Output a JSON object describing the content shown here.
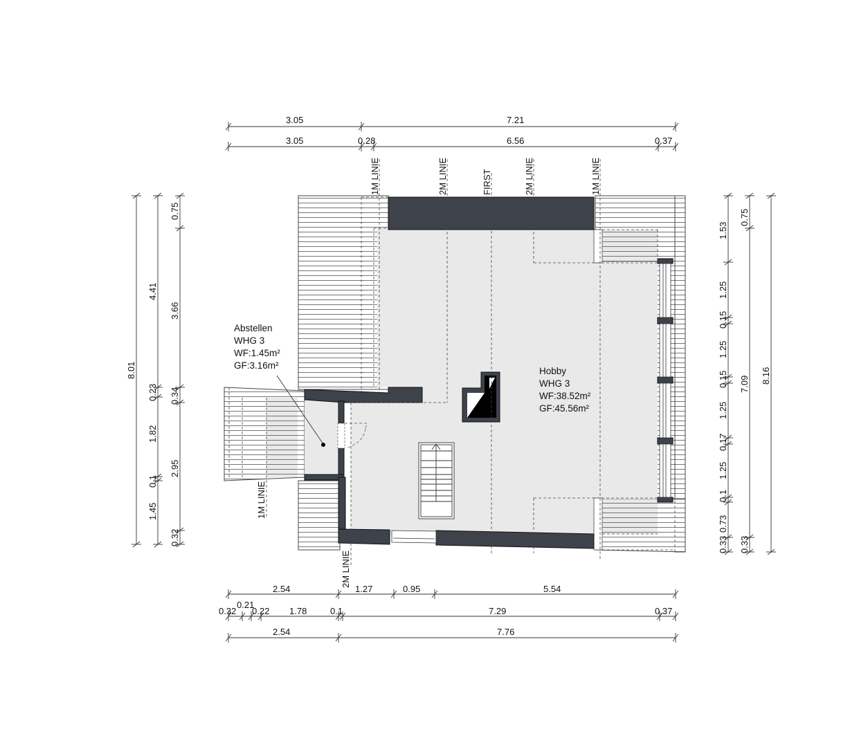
{
  "colors": {
    "wall": "#3d424b",
    "floor": "#e9e9e9",
    "line": "#222222",
    "hatch": "#555555",
    "background": "#ffffff"
  },
  "dimensions": {
    "top": {
      "row1": [
        "3.05",
        "7.21"
      ],
      "row2": [
        "3.05",
        "0.28",
        "6.56",
        "0.37"
      ]
    },
    "left": {
      "col1": [
        "8.01"
      ],
      "col2": [
        "4.41",
        "0.23",
        "1.82",
        "0.1",
        "1.45"
      ],
      "col3": [
        "0.75",
        "3.66",
        "0.34",
        "2.95",
        "0.32"
      ]
    },
    "right": {
      "col1": [
        "1.53",
        "1.25",
        "0.15",
        "1.25",
        "0.15",
        "1.25",
        "0.17",
        "1.25",
        "0.1",
        "0.73",
        "0.33"
      ],
      "col2": [
        "0.75",
        "7.09",
        "0.33"
      ],
      "col3": [
        "8.16"
      ]
    },
    "bottom": {
      "row1": [
        "2.54",
        "1.27",
        "0.95",
        "5.54"
      ],
      "row2": [
        "0.32",
        "0.21",
        "0.22",
        "1.78",
        "0.1",
        "7.29",
        "0.37"
      ],
      "row3": [
        "2.54",
        "7.76"
      ]
    }
  },
  "height_lines": {
    "top": [
      "1M LINIE",
      "2M LINIE",
      "FIRST",
      "2M LINIE",
      "1M LINIE"
    ],
    "left_bottom": "1M LINIE",
    "bottom": "2M LINIE"
  },
  "rooms": [
    {
      "name": "Abstellen",
      "unit": "WHG 3",
      "wf": "WF:1.45m²",
      "gf": "GF:3.16m²"
    },
    {
      "name": "Hobby",
      "unit": "WHG 3",
      "wf": "WF:38.52m²",
      "gf": "GF:45.56m²"
    }
  ],
  "symbols": {
    "chimney": "chimney-icon",
    "stair": "stair-icon",
    "door": "door-swing-icon"
  }
}
